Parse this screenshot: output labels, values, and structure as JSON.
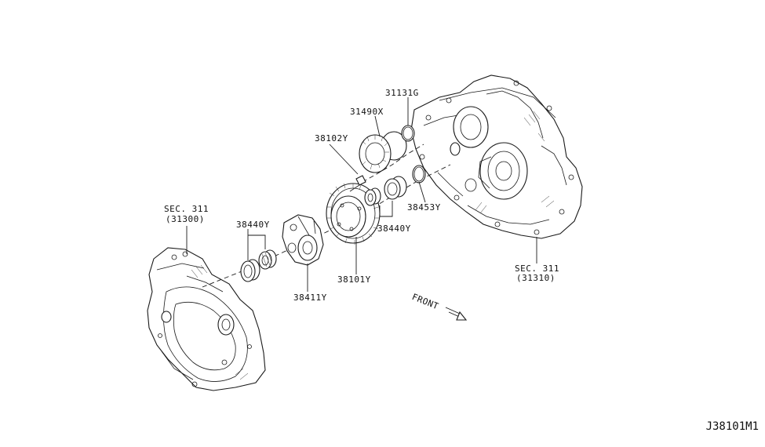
{
  "diagram": {
    "id_code": "J38101M1",
    "front_label": "FRONT",
    "labels": {
      "sec_left_title": "SEC. 311",
      "sec_left_code": "(31300)",
      "sec_right_title": "SEC. 311",
      "sec_right_code": "(31310)",
      "p31131g": "31131G",
      "p31490x": "31490X",
      "p38102y": "38102Y",
      "p38453y": "38453Y",
      "p38440y_left": "38440Y",
      "p38440y_right": "38440Y",
      "p38101y": "38101Y",
      "p38411y": "38411Y"
    }
  }
}
